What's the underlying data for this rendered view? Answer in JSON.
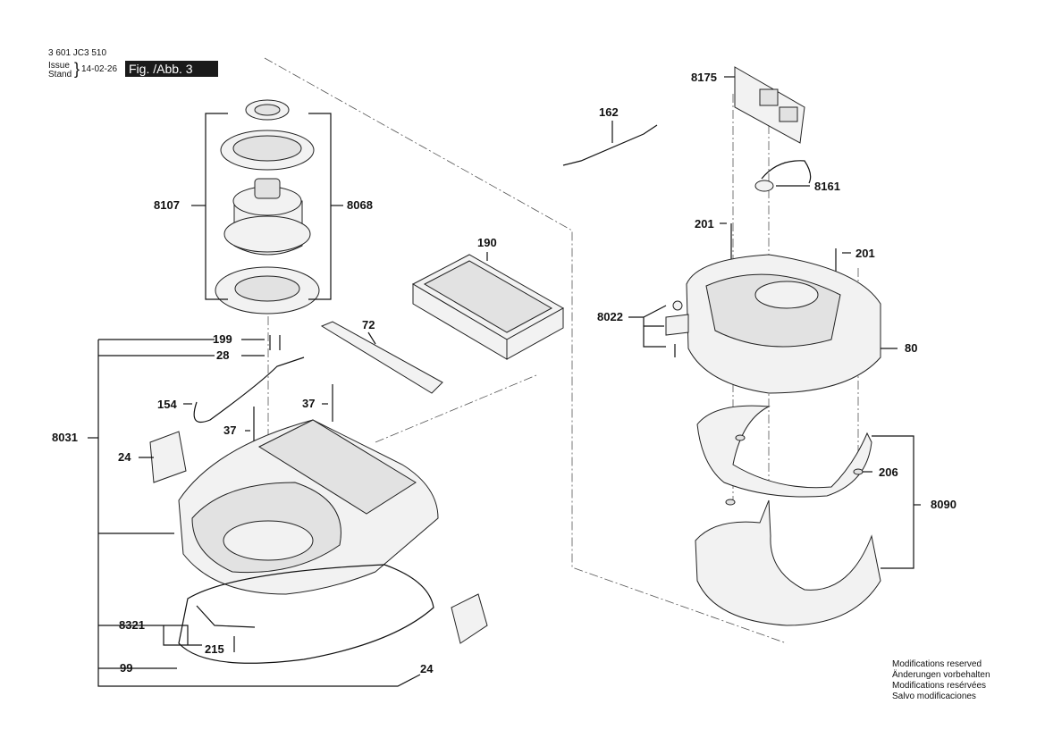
{
  "header": {
    "part_number": "3 601 JC3 510",
    "issue_label": "Issue",
    "stand_label": "Stand",
    "date": "14-02-26",
    "figure": "Fig. /Abb. 3"
  },
  "callouts": {
    "c162": "162",
    "c8175": "8175",
    "c8161": "8161",
    "c201a": "201",
    "c201b": "201",
    "c8022": "8022",
    "c80": "80",
    "c206": "206",
    "c8090": "8090",
    "c8107": "8107",
    "c8068": "8068",
    "c190": "190",
    "c199": "199",
    "c28": "28",
    "c72": "72",
    "c154": "154",
    "c37a": "37",
    "c37b": "37",
    "c8031": "8031",
    "c24a": "24",
    "c8321": "8321",
    "c215": "215",
    "c99": "99",
    "c24b": "24"
  },
  "notes": [
    "Modifications reserved",
    "Änderungen vorbehalten",
    "Modifications resérvées",
    "Salvo modificaciones"
  ]
}
